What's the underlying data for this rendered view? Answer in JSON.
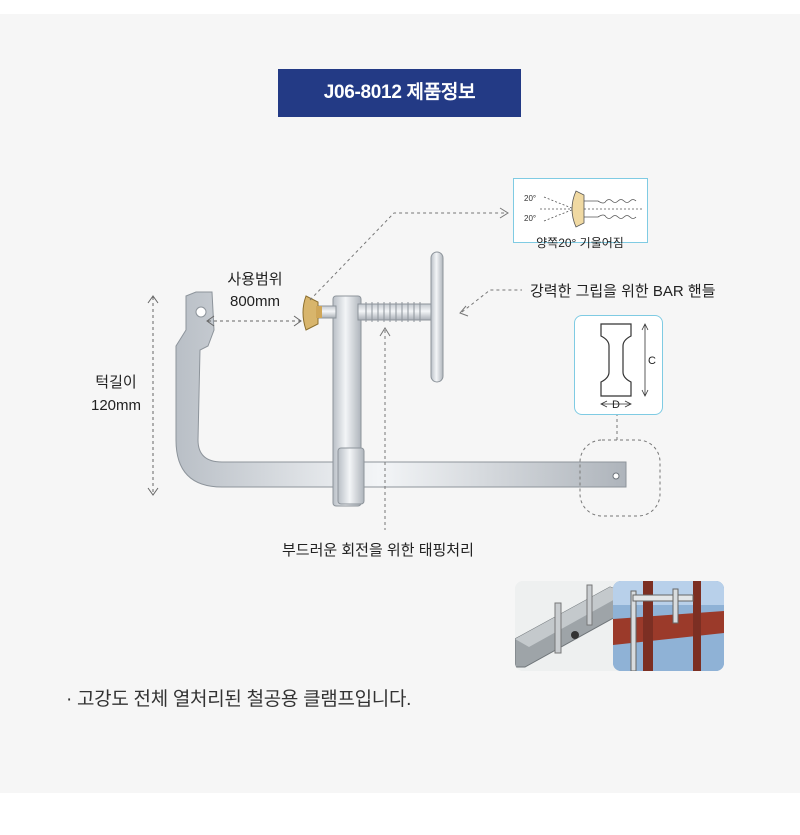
{
  "title": "J06-8012 제품정보",
  "labels": {
    "range_name": "사용범위",
    "range_value": "800mm",
    "throat_name": "턱길이",
    "throat_value": "120mm",
    "handle_note": "강력한 그립을 위한 BAR 핸들",
    "tapping_note": "부드러운 회전을 위한 태핑처리",
    "tilt_caption": "양쪽20° 기울어짐",
    "tilt_angle_top": "20°",
    "tilt_angle_bottom": "20°",
    "section_c": "C",
    "section_d": "D"
  },
  "note": "· 고강도 전체 열처리된 철공용 클램프입니다.",
  "photos": [
    {
      "icon": "clamp-on-steel-bar-photo"
    },
    {
      "icon": "clamp-on-steel-beam-photo"
    }
  ],
  "colors": {
    "badge": "#233a85",
    "accent_line": "#7fcbe3",
    "background": "#f6f6f6",
    "metal": "#d9dde1"
  }
}
